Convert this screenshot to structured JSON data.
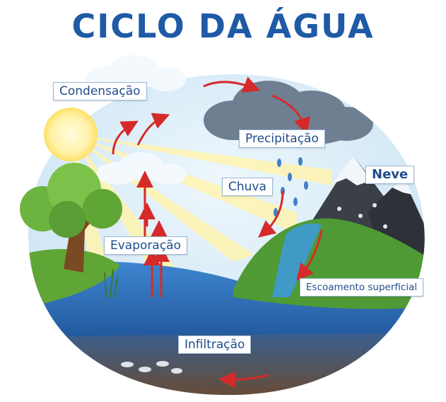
{
  "title": "CICLO DA ÁGUA",
  "labels": {
    "condensacao": "Condensação",
    "precipitacao": "Precipitação",
    "chuva": "Chuva",
    "neve": "Neve",
    "evaporacao": "Evaporação",
    "escoamento": "Escoamento superficial",
    "infiltracao": "Infiltração"
  },
  "colors": {
    "title": "#1f5aa6",
    "arrow": "#d62a2a",
    "water": "#2f74c0",
    "grass": "#5fa636",
    "sky": "#cfe6f5"
  }
}
